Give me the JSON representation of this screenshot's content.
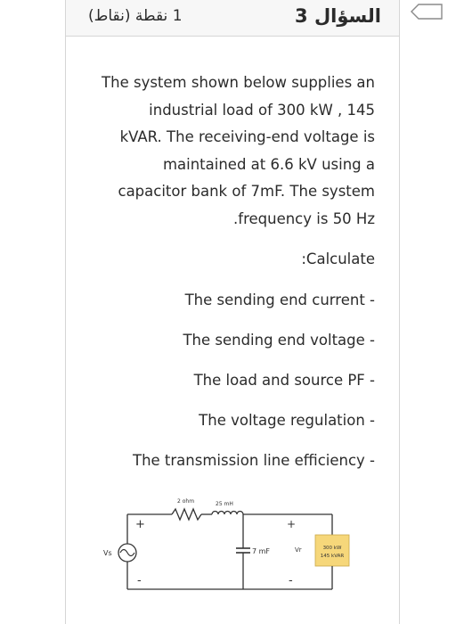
{
  "question": {
    "title": "السؤال 3",
    "points": "1 نقطة (نقاط)",
    "intro_lines": [
      "The system shown below supplies an",
      "industrial load of 300 kW , 145",
      "kVAR. The receiving-end voltage is",
      "maintained at 6.6 kV using a",
      "capacitor bank of 7mF. The system",
      ".frequency is 50 Hz"
    ],
    "calculate": ":Calculate",
    "tasks": [
      "The sending end current -",
      "The sending end voltage -",
      "The load and source PF -",
      "The voltage regulation -",
      "The transmission line efficiency -"
    ]
  },
  "circuit": {
    "resistor_label": "2 ohm",
    "inductor_label": "25 mH",
    "source_label": "Vs",
    "capacitor_label": "7 mF",
    "receiving_label": "Vr",
    "plus_sign": "+",
    "minus_sign": "-",
    "load_line1": "300 kW",
    "load_line2": "145 kVAR",
    "load_color": "#f6d77a"
  },
  "icons": {
    "flag": "flag-outline-icon"
  }
}
